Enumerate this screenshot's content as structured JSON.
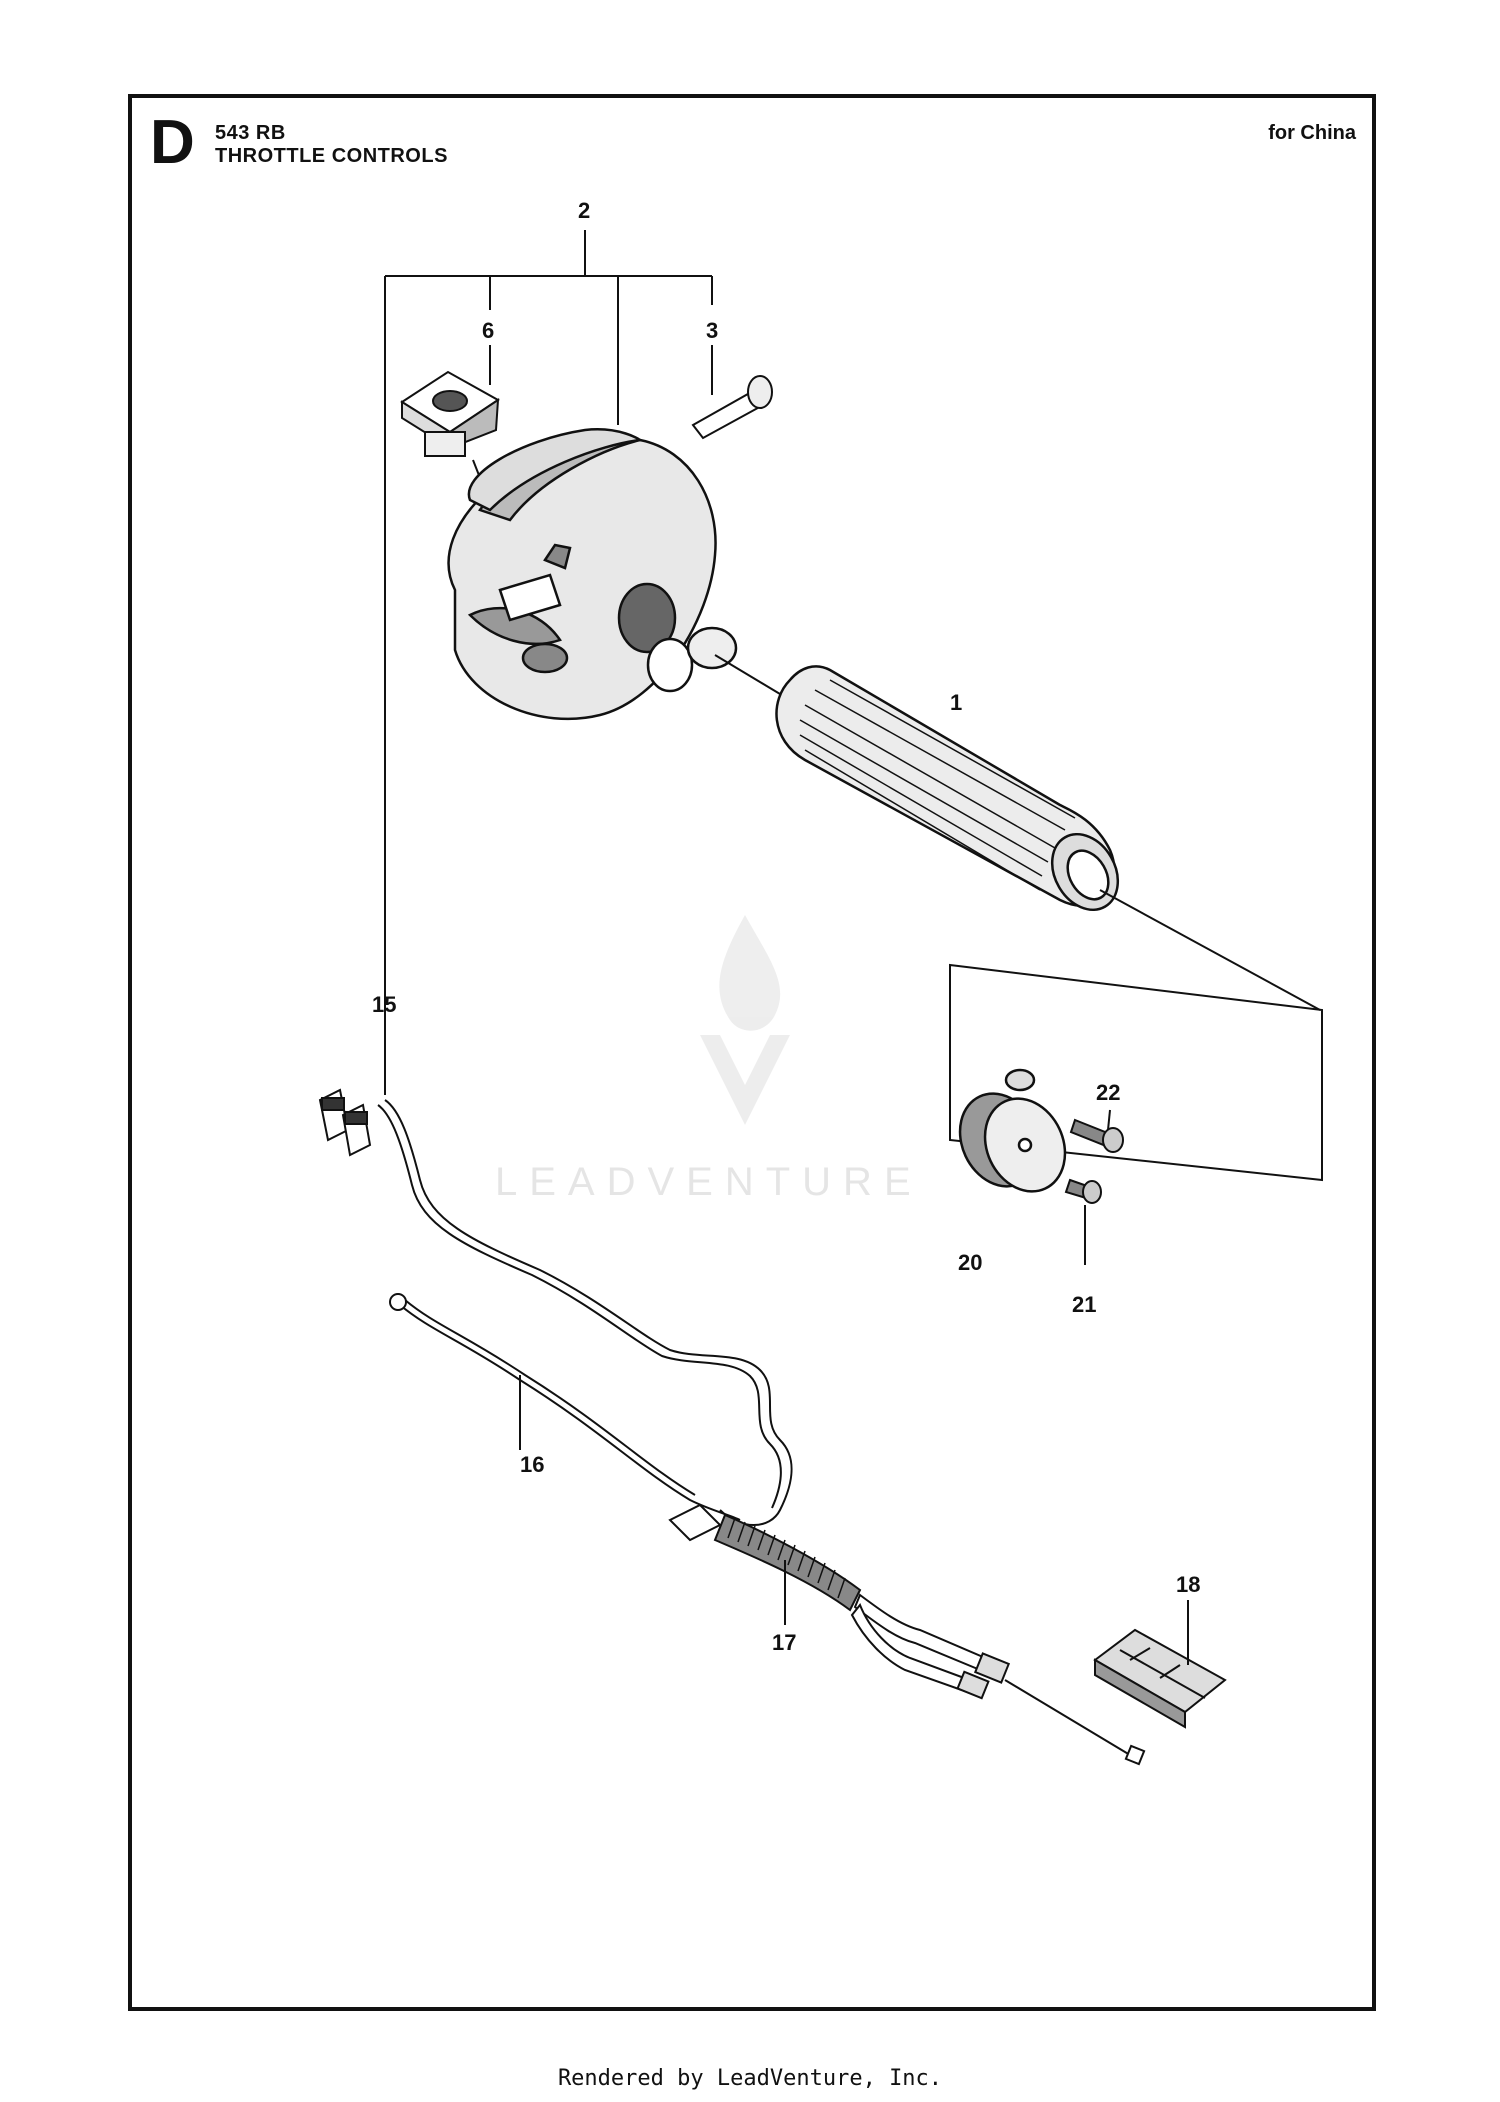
{
  "header": {
    "section_letter": "D",
    "model": "543 RB",
    "title": "THROTTLE CONTROLS",
    "region": "for China"
  },
  "callouts": {
    "c1": "1",
    "c2": "2",
    "c3": "3",
    "c6": "6",
    "c15": "15",
    "c16": "16",
    "c17": "17",
    "c18": "18",
    "c20": "20",
    "c21": "21",
    "c22": "22"
  },
  "watermark": {
    "text": "LEADVENTURE"
  },
  "footer": {
    "text": "Rendered by LeadVenture, Inc."
  }
}
